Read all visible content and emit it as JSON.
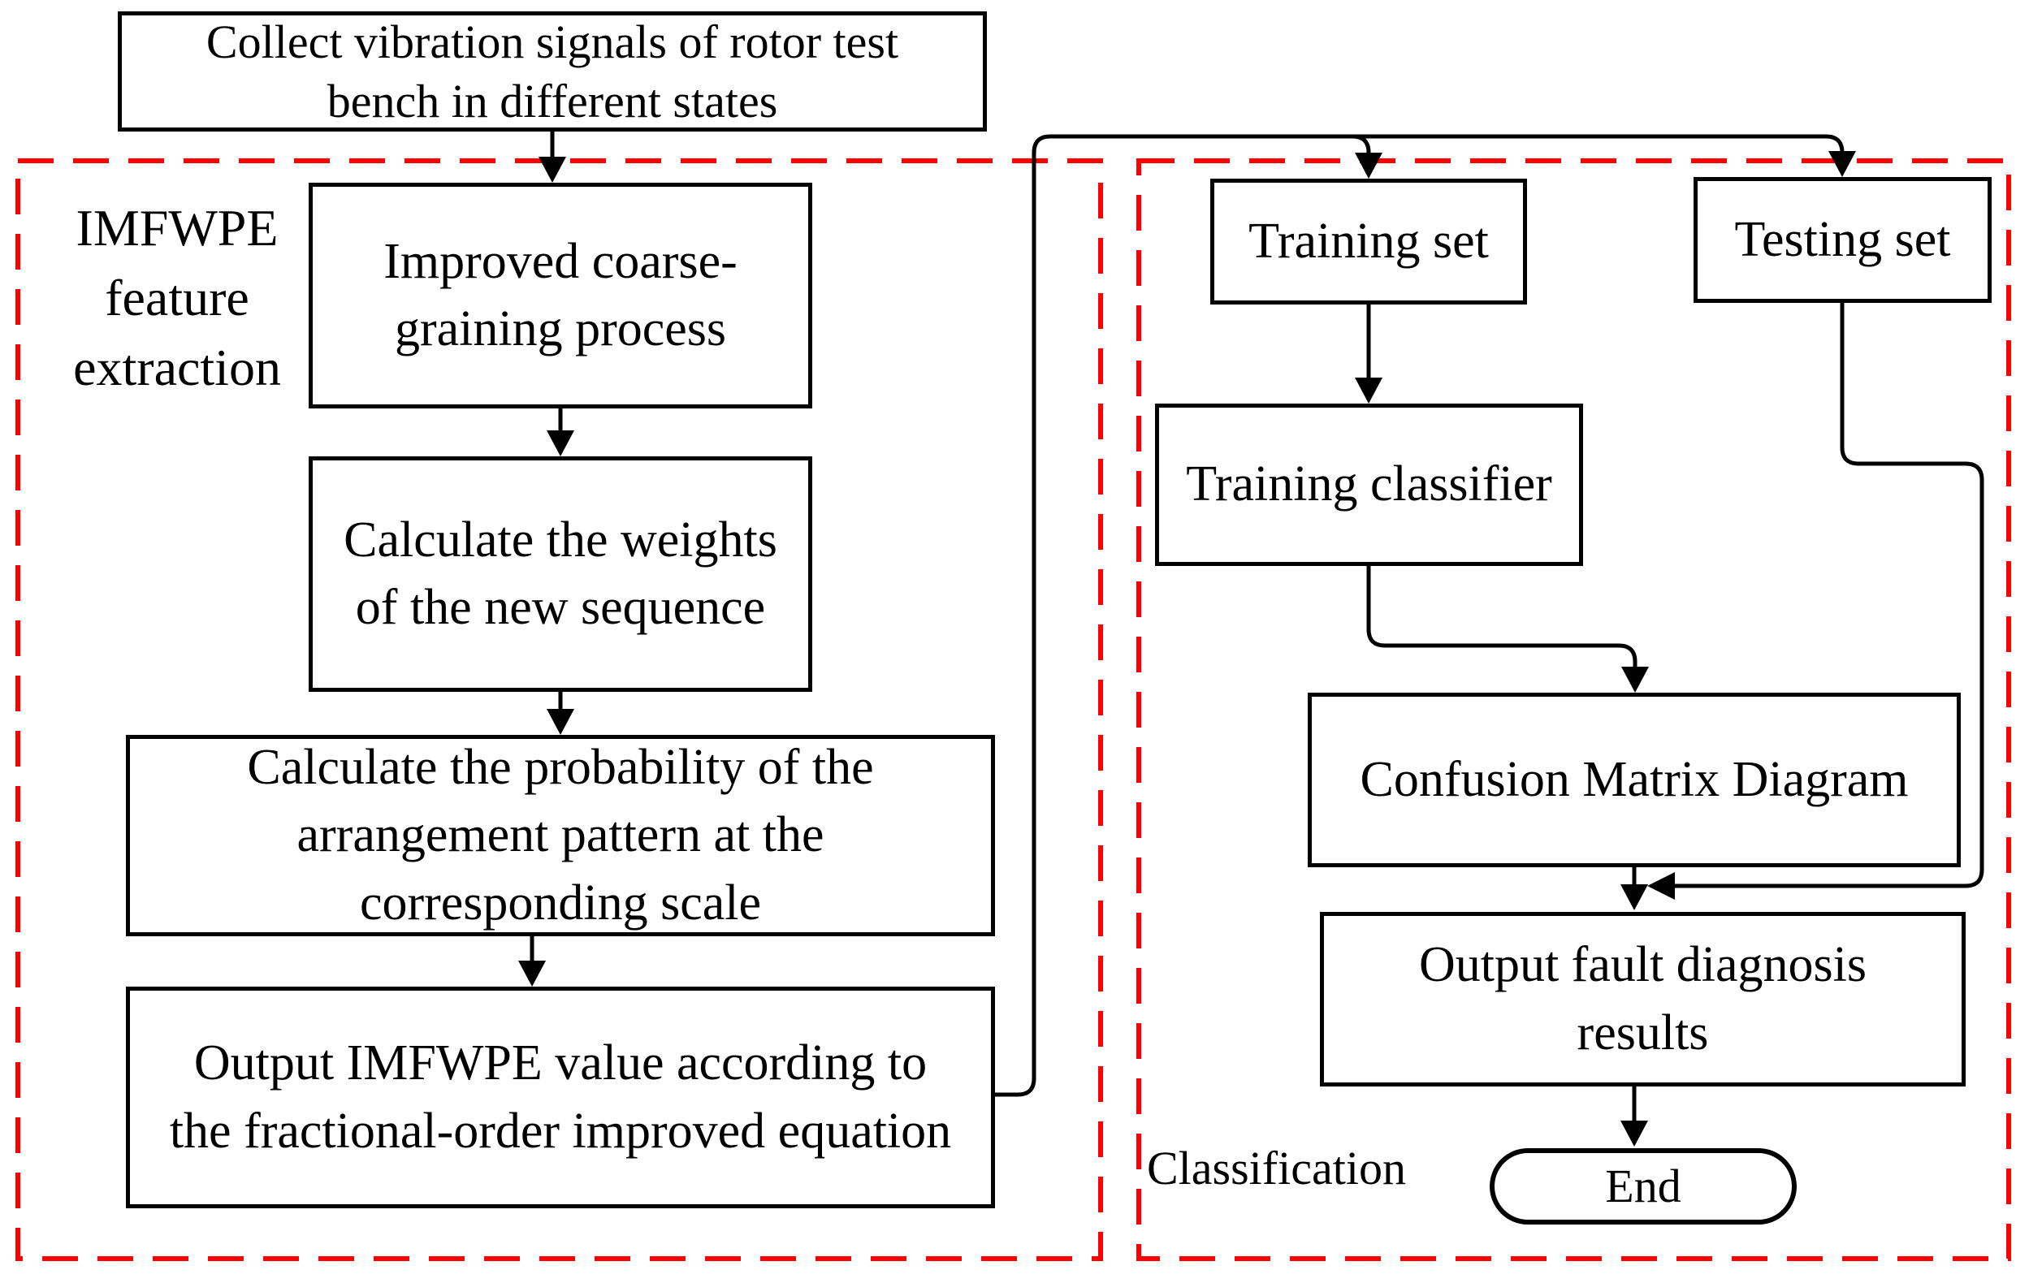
{
  "colors": {
    "ink": "#000000",
    "red": "#ff0000",
    "paper": "#ffffff"
  },
  "nodes": {
    "collect": {
      "label": "Collect vibration signals of rotor test\nbench in different states"
    },
    "coarse_graining": {
      "label": "Improved coarse-\ngraining process"
    },
    "weights": {
      "label": "Calculate the weights\nof the new sequence"
    },
    "probability": {
      "label": "Calculate the probability of the\narrangement pattern at the\ncorresponding scale"
    },
    "imfwpe_output": {
      "label": "Output IMFWPE value according to\nthe fractional-order improved equation"
    },
    "training_set": {
      "label": "Training set"
    },
    "testing_set": {
      "label": "Testing set"
    },
    "training_classifier": {
      "label": "Training classifier"
    },
    "confusion_matrix": {
      "label": "Confusion Matrix Diagram"
    },
    "diagnosis_output": {
      "label": "Output fault diagnosis\nresults"
    },
    "end": {
      "label": "End"
    }
  },
  "regions": {
    "feature_extraction": {
      "label": "IMFWPE\nfeature\nextraction"
    },
    "classification": {
      "label": "Classification"
    }
  }
}
